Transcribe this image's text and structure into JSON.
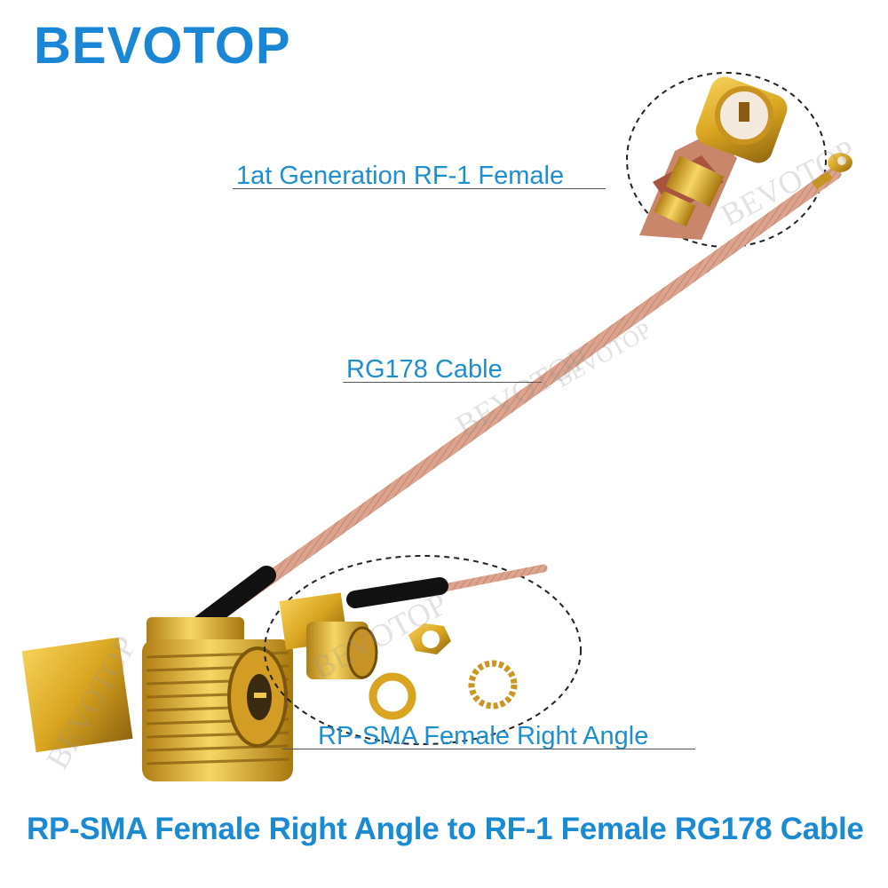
{
  "brand": {
    "name": "BEVOTOP",
    "color": "#1a87d6"
  },
  "labels": {
    "connector_top": "1at Generation RF-1 Female",
    "cable": "RG178 Cable",
    "connector_bottom": "RP-SMA Female Right Angle",
    "color": "#1d8fd0"
  },
  "caption": {
    "text": "RP-SMA Female Right Angle to RF-1 Female RG178 Cable",
    "color": "#1a8ad2"
  },
  "watermarks": [
    "BEVOTOP",
    "BEVOTOP",
    "BEVOTOP",
    "BEVOTOP",
    "BEVOTOP"
  ],
  "colors": {
    "gold": "#d9a520",
    "cable": "#d9a08a",
    "heatshrink": "#111111",
    "ellipse": "#222222"
  }
}
